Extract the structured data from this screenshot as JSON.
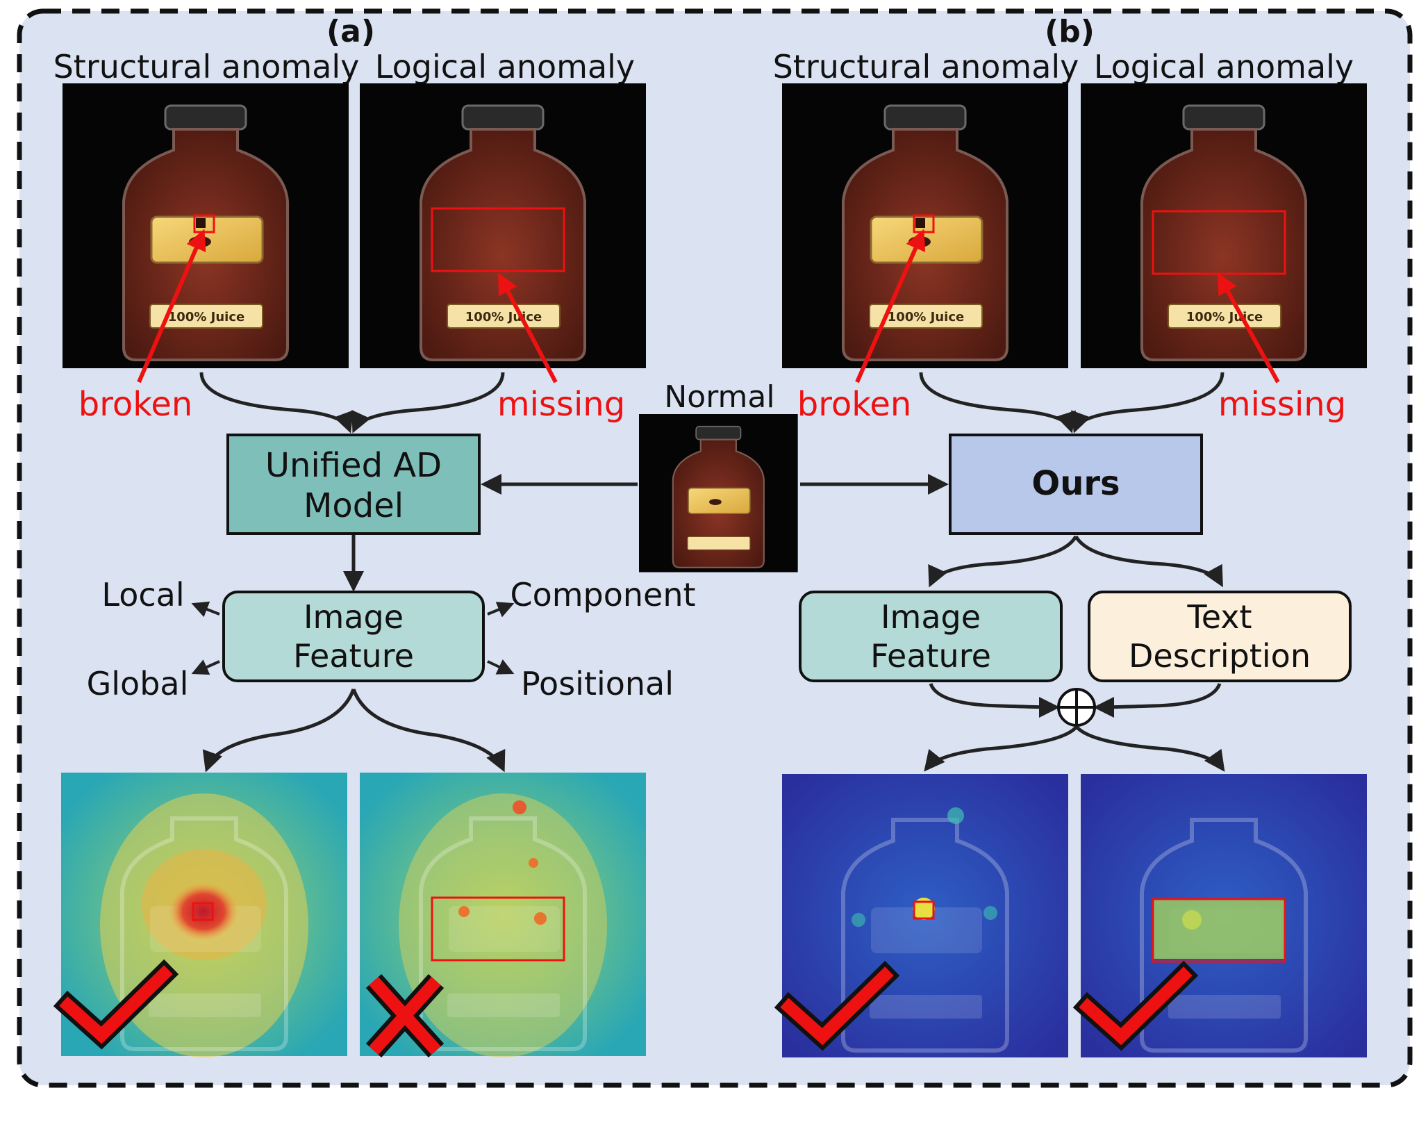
{
  "panel_a": {
    "label": "(a)",
    "structural_title": "Structural anomaly",
    "logical_title": "Logical anomaly",
    "broken_label": "broken",
    "missing_label": "missing",
    "model_label_line1": "Unified AD",
    "model_label_line2": "Model",
    "feature_line1": "Image",
    "feature_line2": "Feature",
    "local_label": "Local",
    "global_label": "Global",
    "component_label": "Component",
    "positional_label": "Positional",
    "results": [
      "correct",
      "incorrect"
    ]
  },
  "panel_b": {
    "label": "(b)",
    "structural_title": "Structural anomaly",
    "logical_title": "Logical anomaly",
    "broken_label": "broken",
    "missing_label": "missing",
    "model_label": "Ours",
    "feature_line1": "Image",
    "feature_line2": "Feature",
    "text_line1": "Text",
    "text_line2": "Description",
    "results": [
      "correct",
      "correct"
    ]
  },
  "normal_label": "Normal",
  "bottle_labels": {
    "top": "100% Juice"
  },
  "icons": {
    "fusion": "circle-plus-icon",
    "correct": "check-mark-icon",
    "incorrect": "cross-mark-icon"
  },
  "colors": {
    "background": "#dbe3f3",
    "annotation_red": "#ee1111",
    "unified_box": "#7fbfb9",
    "ours_box": "#b8c8ea",
    "feature_box": "#b3dad6",
    "text_box": "#fcefdc",
    "heat_a": "#2aa7b4",
    "heat_b": "#2a39a8"
  }
}
